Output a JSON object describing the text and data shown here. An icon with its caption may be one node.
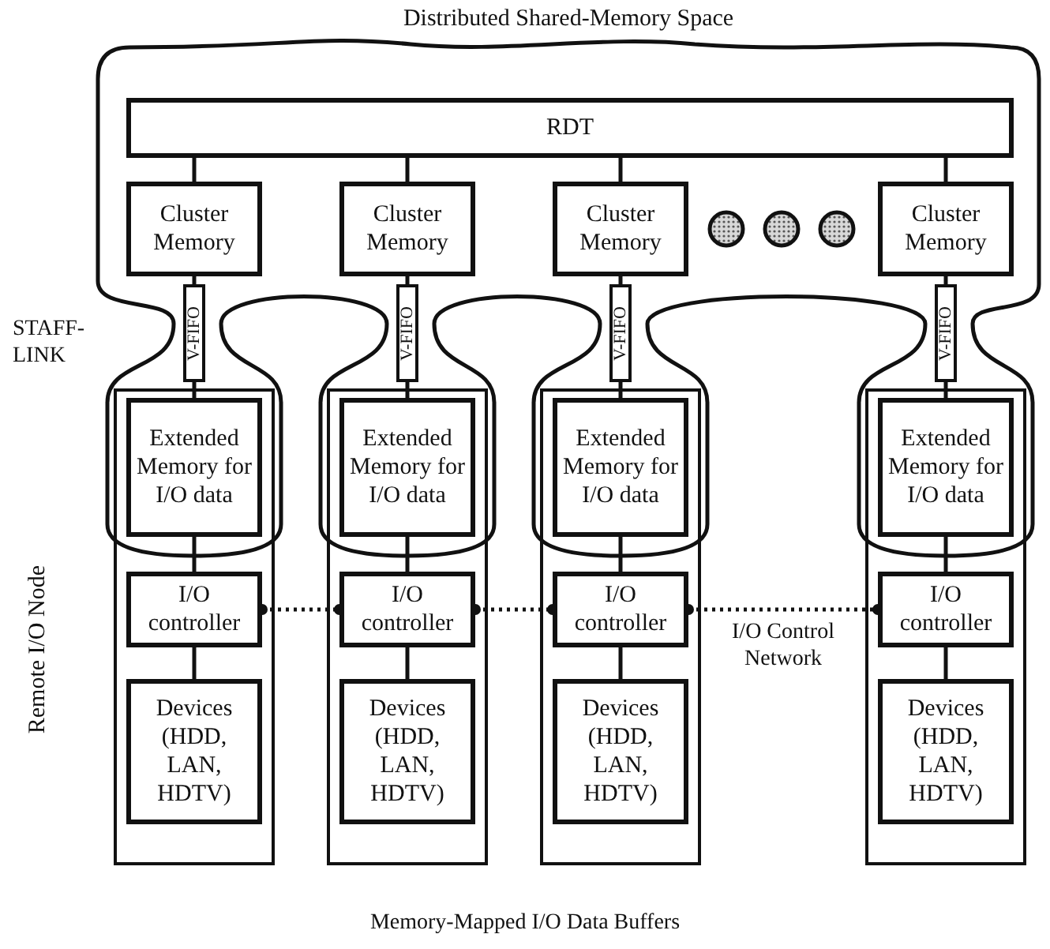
{
  "diagram": {
    "nodes": [
      {
        "text": [
          "Distributed Shared-Memory Space"
        ]
      },
      {
        "text": [
          "RDT"
        ],
        "in": 0
      },
      {
        "text": [
          "Cluster Memory"
        ],
        "in": 0
      },
      {
        "text": [
          "Cluster Memory"
        ],
        "in": 0
      },
      {
        "text": [
          "Cluster Memory"
        ],
        "in": 0
      },
      {
        "text": [],
        "shape": "circle",
        "in": 0
      },
      {
        "text": [],
        "shape": "circle",
        "in": 0
      },
      {
        "text": [],
        "shape": "circle",
        "in": 0
      },
      {
        "text": [
          "Cluster Memory"
        ],
        "in": 0
      },
      {
        "text": [
          "Remote I/O Node"
        ]
      },
      {
        "text": [
          "V-FIFO"
        ],
        "in": 0
      },
      {
        "text": [
          "Extended Memory for I/O data"
        ]
      },
      {
        "text": [
          "I/O controller"
        ],
        "in": 9
      },
      {
        "text": [
          "Devices (HDD, LAN, HDTV)"
        ],
        "in": 9
      },
      {
        "text": [],
        "shape": "box"
      },
      {
        "text": [
          "V-FIFO"
        ],
        "in": 0
      },
      {
        "text": [
          "Extended Memory for I/O data"
        ]
      },
      {
        "text": [
          "I/O controller"
        ],
        "in": 14
      },
      {
        "text": [
          "Devices (HDD, LAN, HDTV)"
        ],
        "in": 14
      },
      {
        "text": [],
        "shape": "box"
      },
      {
        "text": [
          "V-FIFO"
        ],
        "in": 0
      },
      {
        "text": [
          "Extended Memory for I/O data"
        ]
      },
      {
        "text": [
          "I/O controller"
        ],
        "in": 19
      },
      {
        "text": [
          "Devices (HDD, LAN, HDTV)"
        ],
        "in": 19
      },
      {
        "text": [],
        "shape": "box"
      },
      {
        "text": [
          "V-FIFO"
        ],
        "in": 0
      },
      {
        "text": [
          "Extended Memory for I/O data"
        ]
      },
      {
        "text": [
          "I/O controller"
        ],
        "in": 24
      },
      {
        "text": [
          "Devices (HDD, LAN, HDTV)"
        ],
        "in": 24
      }
    ],
    "edges": [
      {
        "from": 1,
        "to": 2,
        "arrow": "none"
      },
      {
        "from": 1,
        "to": 3,
        "arrow": "none"
      },
      {
        "from": 1,
        "to": 4,
        "arrow": "none"
      },
      {
        "from": 1,
        "to": 8,
        "arrow": "none"
      },
      {
        "from": 2,
        "to": 10,
        "arrow": "none"
      },
      {
        "from": 10,
        "to": 11,
        "arrow": "none"
      },
      {
        "from": 11,
        "to": 12,
        "arrow": "none"
      },
      {
        "from": 12,
        "to": 13,
        "arrow": "none"
      },
      {
        "from": 3,
        "to": 15,
        "arrow": "none"
      },
      {
        "from": 15,
        "to": 16,
        "arrow": "none"
      },
      {
        "from": 16,
        "to": 17,
        "arrow": "none"
      },
      {
        "from": 17,
        "to": 18,
        "arrow": "none"
      },
      {
        "from": 4,
        "to": 20,
        "arrow": "none"
      },
      {
        "from": 20,
        "to": 21,
        "arrow": "none"
      },
      {
        "from": 21,
        "to": 22,
        "arrow": "none"
      },
      {
        "from": 22,
        "to": 23,
        "arrow": "none"
      },
      {
        "from": 8,
        "to": 25,
        "arrow": "none"
      },
      {
        "from": 25,
        "to": 26,
        "arrow": "none"
      },
      {
        "from": 26,
        "to": 27,
        "arrow": "none"
      },
      {
        "from": 27,
        "to": 28,
        "arrow": "none"
      },
      {
        "from": 12,
        "to": 17,
        "arrow": "other",
        "style": "dashed"
      },
      {
        "from": 17,
        "to": 22,
        "arrow": "other",
        "style": "dashed"
      },
      {
        "from": 22,
        "to": 27,
        "label": "I/O Control Network",
        "arrow": "other",
        "style": "dashed"
      }
    ],
    "labels": [
      "STAFF-LINK",
      "Memory-Mapped I/O Data Buffers"
    ]
  }
}
